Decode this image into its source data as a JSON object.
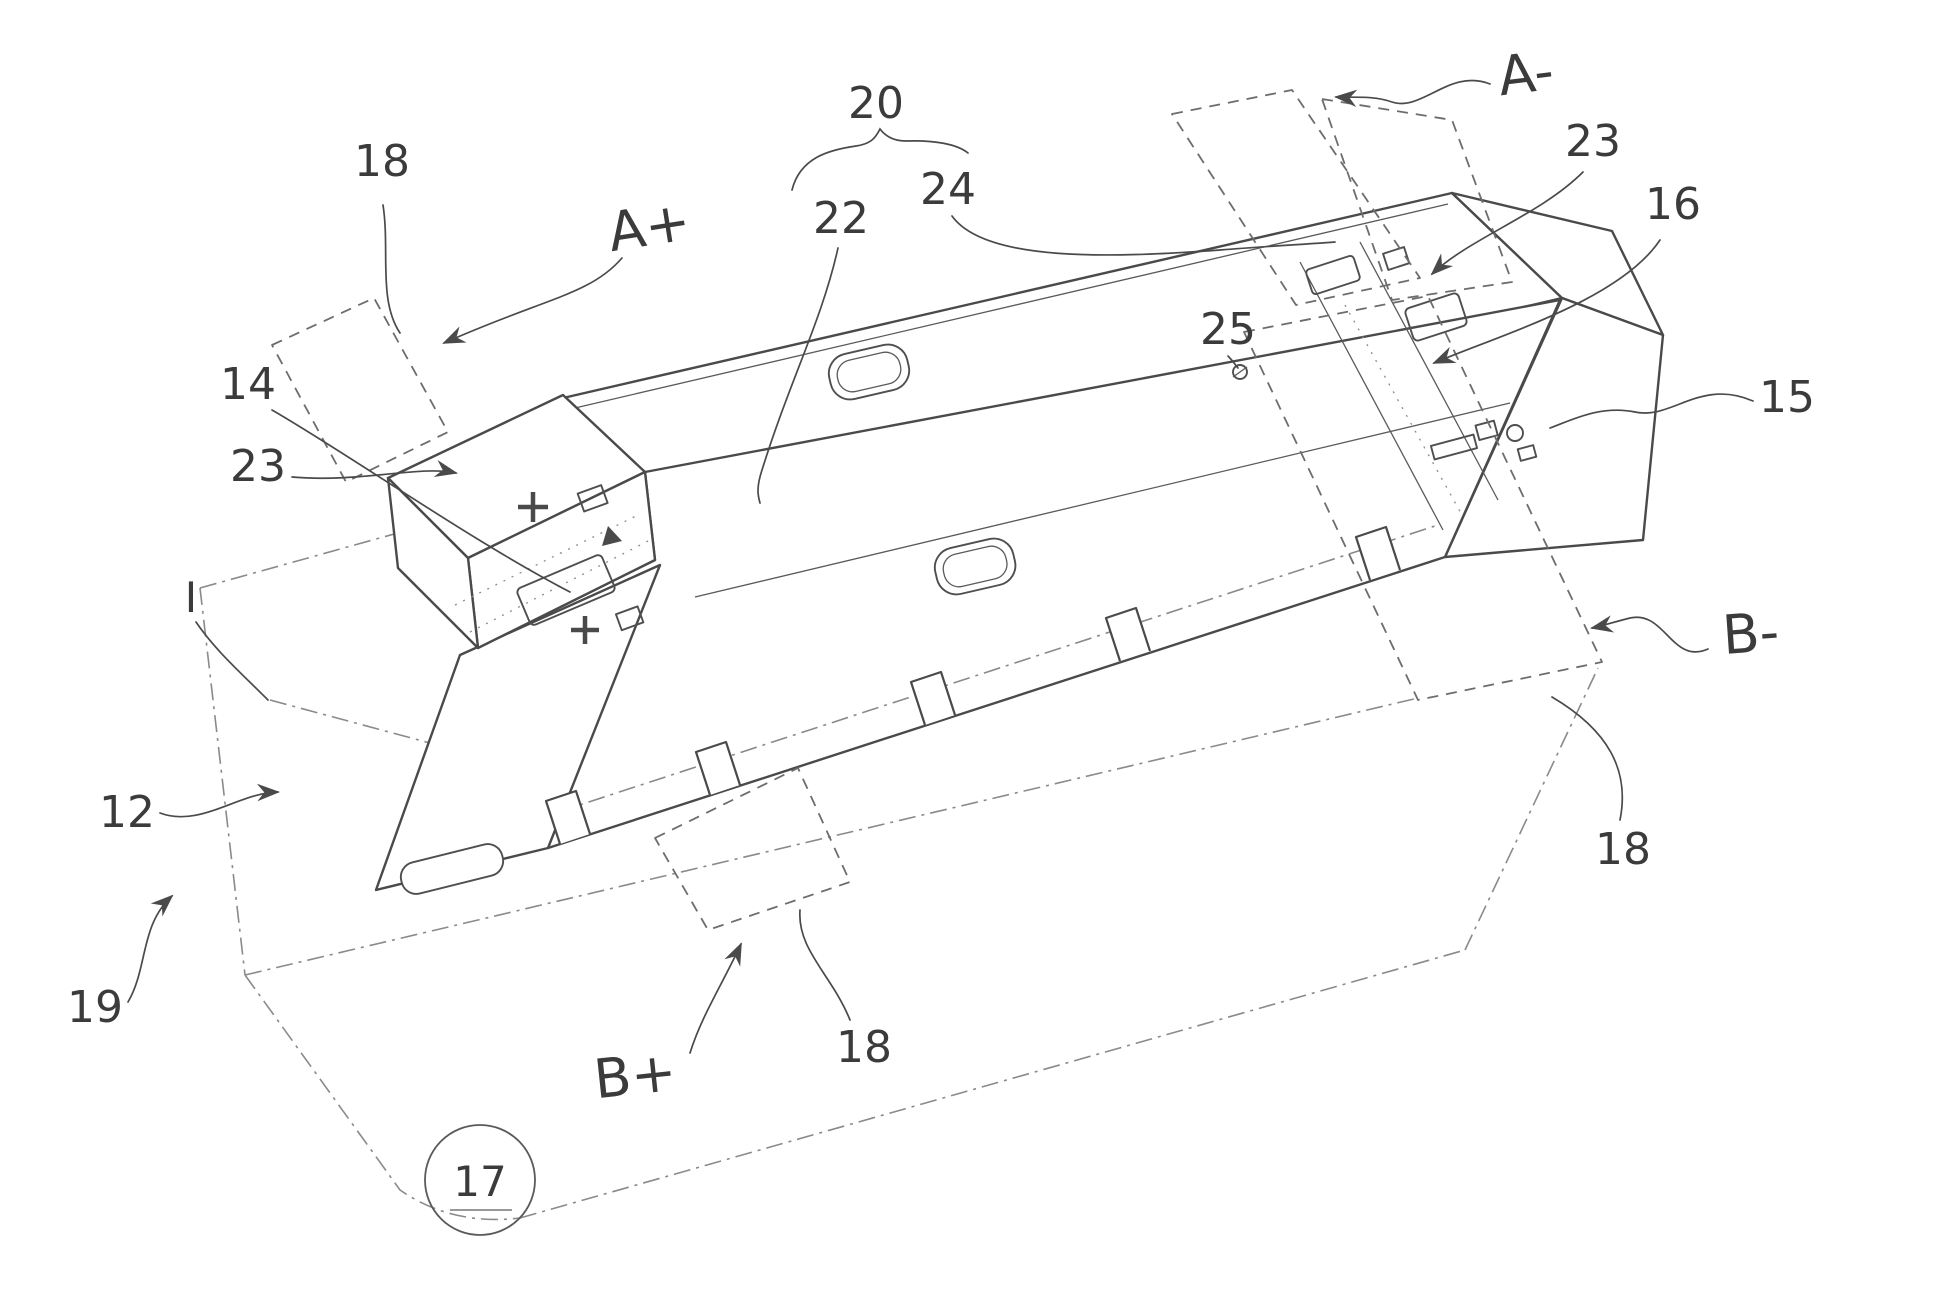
{
  "figure": {
    "colors": {
      "background": "#ffffff",
      "solid_line": "#4a4a4a",
      "phantom_line": "#8a8a8a",
      "flap_line": "#6d6d6d",
      "label_text": "#3b3b3b"
    },
    "reference_labels": {
      "flap_top_left": "18",
      "section_a_plus": "A+",
      "cover_group": "20",
      "cover_left": "22",
      "cover_right": "24",
      "section_a_minus": "A-",
      "terminal_right": "23",
      "connector_right": "16",
      "fastener_top": "25",
      "end_cap_right": "15",
      "terminal_block_left": "14",
      "terminal_left": "23",
      "axis": "I",
      "housing": "12",
      "section_b_minus": "B-",
      "flap_right": "18",
      "pack_outline": "19",
      "section_b_plus": "B+",
      "flap_bottom": "18",
      "corner_seam": "17"
    }
  }
}
